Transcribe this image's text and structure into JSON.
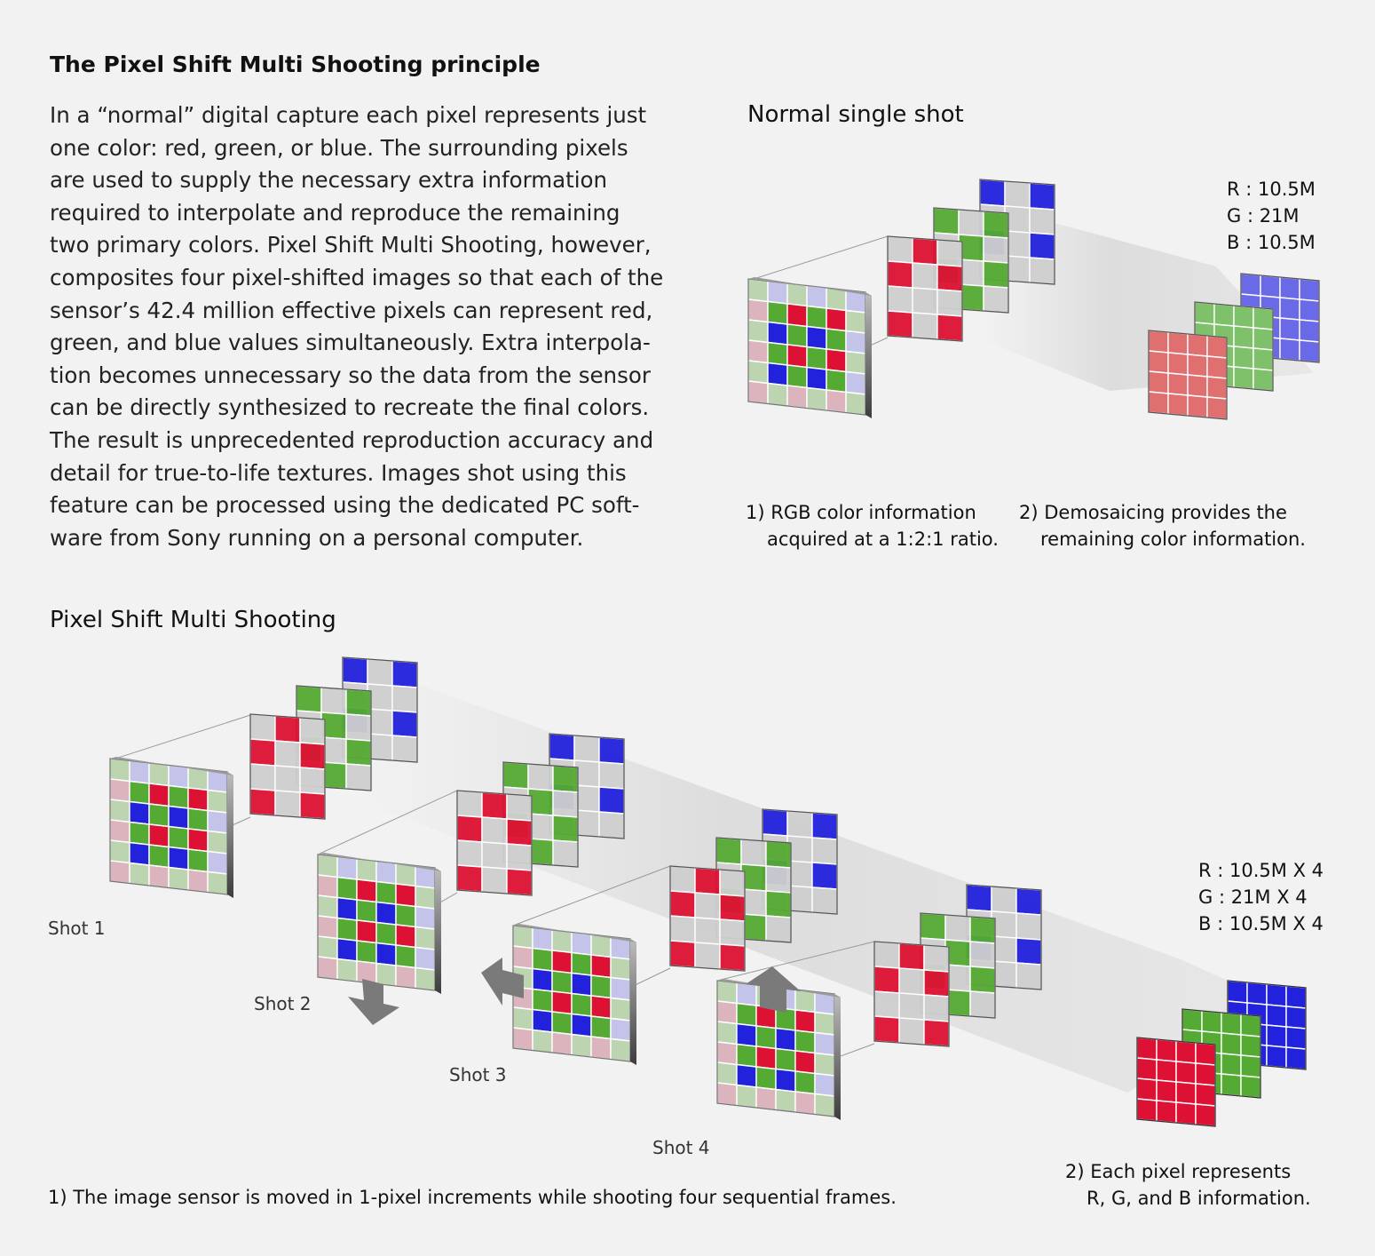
{
  "title": "The Pixel Shift Multi Shooting principle",
  "intro_lines": [
    "In a “normal” digital capture each pixel represents just",
    "one color: red, green, or blue. The surrounding pixels",
    "are used to supply the necessary extra information",
    "required to interpolate and reproduce the remaining",
    "two primary colors. Pixel Shift Multi Shooting, however,",
    "composites four pixel-shifted images so that each of the",
    "sensor’s 42.4 million effective pixels can represent red,",
    "green, and blue values simultaneously. Extra interpola-",
    "tion becomes unnecessary so the data from the sensor",
    "can be directly synthesized to recreate the final colors.",
    "The result is unprecedented reproduction accuracy and",
    "detail for true-to-life textures. Images shot using this",
    "feature can be processed using the dedicated PC soft-",
    "ware from Sony running on a personal computer."
  ],
  "normal": {
    "heading": "Normal single shot",
    "stats": [
      "R : 10.5M",
      "G : 21M",
      "B : 10.5M"
    ],
    "note1": [
      "1) RGB color information",
      "acquired at a 1:2:1 ratio."
    ],
    "note2": [
      "2) Demosaicing provides the",
      "remaining color information."
    ]
  },
  "multi": {
    "heading": "Pixel Shift Multi Shooting",
    "stats": [
      "R : 10.5M X 4",
      "G : 21M X 4",
      "B : 10.5M X 4"
    ],
    "shots": [
      "Shot 1",
      "Shot 2",
      "Shot 3",
      "Shot 4"
    ],
    "note1": "1) The image sensor is moved in 1-pixel increments while shooting four sequential frames.",
    "note2": [
      "2) Each pixel represents",
      "R, G, and B information."
    ]
  },
  "colors": {
    "red": "#dd1133",
    "green": "#55aa33",
    "blue": "#2222dd",
    "background": "#f2f2f2"
  },
  "icons": [
    "arrow-down-icon",
    "arrow-left-icon",
    "arrow-up-icon"
  ]
}
